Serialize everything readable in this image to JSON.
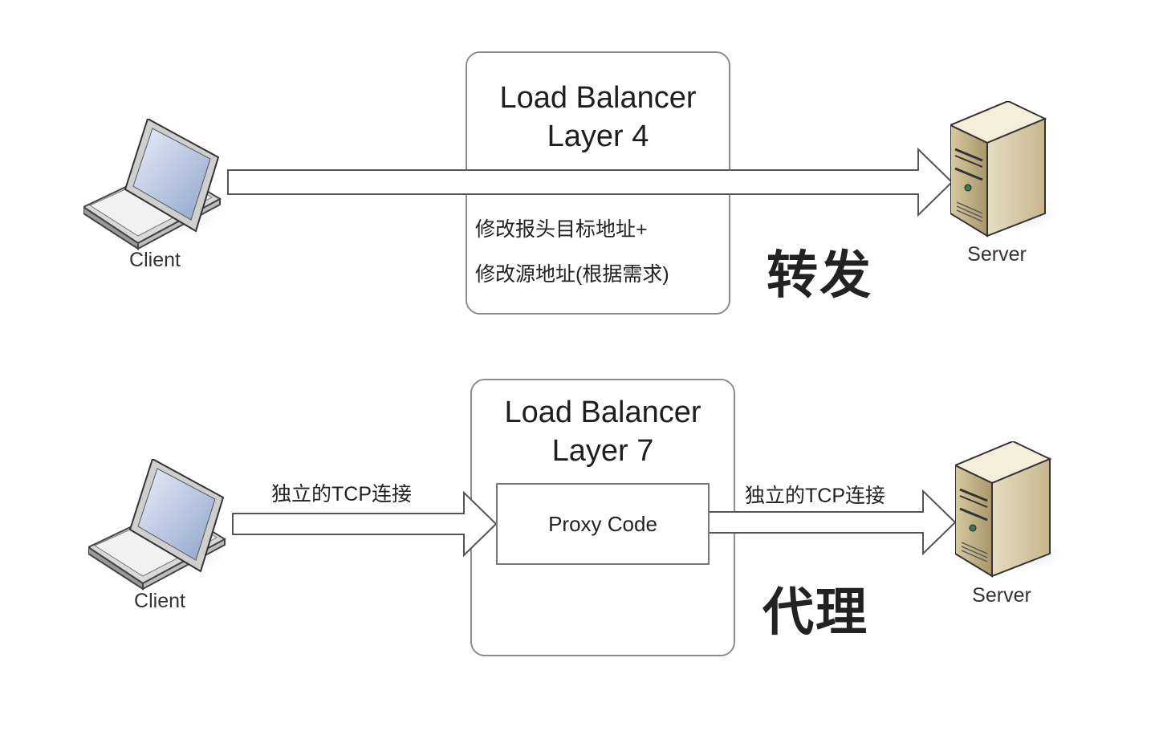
{
  "layer4": {
    "client_label": "Client",
    "server_label": "Server",
    "box_title_line1": "Load Balancer",
    "box_title_line2": "Layer 4",
    "note_line1": "修改报头目标地址+",
    "note_line2": "修改源地址(根据需求)",
    "mode_label": "转发"
  },
  "layer7": {
    "client_label": "Client",
    "server_label": "Server",
    "box_title_line1": "Load Balancer",
    "box_title_line2": "Layer 7",
    "proxy_label": "Proxy Code",
    "left_conn_label": "独立的TCP连接",
    "right_conn_label": "独立的TCP连接",
    "mode_label": "代理"
  },
  "icons": {
    "client": "laptop-icon",
    "server": "server-tower-icon"
  }
}
